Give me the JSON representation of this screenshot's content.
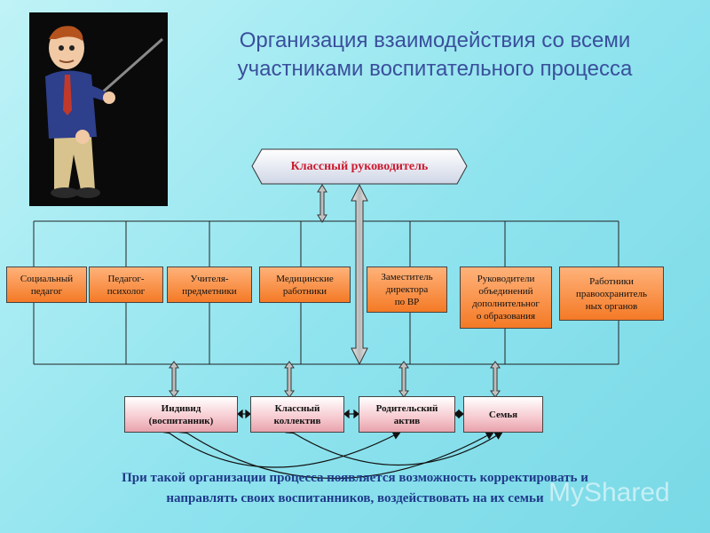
{
  "title": {
    "line1": "Организация взаимодействия со всеми",
    "line2": "участниками воспитательного процесса"
  },
  "leader": {
    "label": "Классный руководитель"
  },
  "staff": [
    {
      "id": "social",
      "lines": [
        "Социальный",
        "педагог"
      ]
    },
    {
      "id": "psych",
      "lines": [
        "Педагог-",
        "психолог"
      ]
    },
    {
      "id": "subject",
      "lines": [
        "Учителя-",
        "предметники"
      ]
    },
    {
      "id": "medical",
      "lines": [
        "Медицинские",
        "работники"
      ]
    },
    {
      "id": "deputy",
      "lines": [
        "Заместитель",
        "директора",
        "по ВР"
      ]
    },
    {
      "id": "extra",
      "lines": [
        "Руководители",
        "объединений",
        "дополнительног",
        "о образования"
      ]
    },
    {
      "id": "law",
      "lines": [
        "Работники",
        "правоохранитель",
        "ных органов"
      ]
    }
  ],
  "participants": [
    {
      "id": "individual",
      "lines": [
        "Индивид",
        "(воспитанник)"
      ]
    },
    {
      "id": "collective",
      "lines": [
        "Классный",
        "коллектив"
      ]
    },
    {
      "id": "parents",
      "lines": [
        "Родительский",
        "актив"
      ]
    },
    {
      "id": "family",
      "lines": [
        "Семья"
      ]
    }
  ],
  "note": {
    "line1": "При такой организации процесса появляется возможность  корректировать и",
    "line2": "направлять своих воспитанников, воздействовать на их семьи"
  },
  "watermark": "MyShared",
  "colors": {
    "title": "#3a4f9c",
    "leader_text": "#cc1a2e",
    "staff_fill": "#f47a26",
    "participant_fill": "#f6c9cf",
    "note_text": "#1f3a8a"
  }
}
